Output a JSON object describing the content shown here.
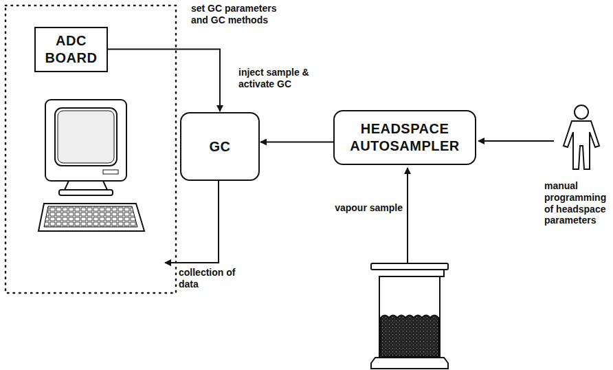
{
  "diagram": {
    "nodes": [
      {
        "text": [
          "ADC BOARD"
        ]
      },
      {
        "text": [
          "GC"
        ]
      },
      {
        "text": [
          "HEADSPACE AUTOSAMPLER"
        ]
      }
    ],
    "edges": [
      {
        "from": 0,
        "to": 1,
        "arrow": "to"
      },
      {
        "from": 2,
        "to": 1,
        "arrow": "to"
      }
    ],
    "labels": [
      "set GC parameters and GC methods",
      "inject sample & activate GC",
      "manual programming of headspace parameters",
      "vapour sample",
      "collection of data"
    ]
  }
}
